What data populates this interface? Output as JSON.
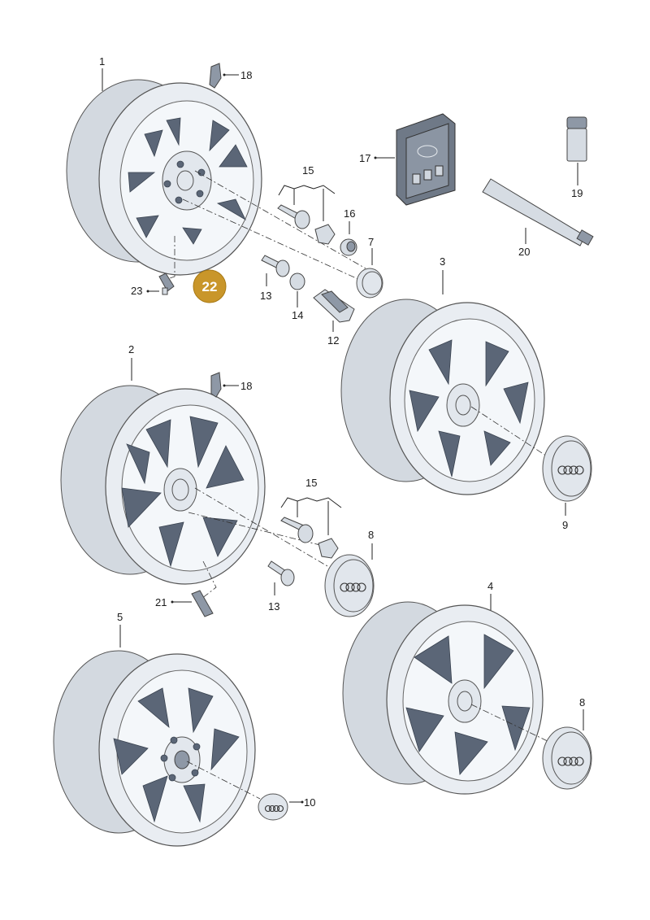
{
  "callouts": {
    "c1": "1",
    "c2": "2",
    "c3": "3",
    "c4": "4",
    "c5": "5",
    "c7": "7",
    "c8a": "8",
    "c8b": "8",
    "c9": "9",
    "c10": "10",
    "c12": "12",
    "c13a": "13",
    "c13b": "13",
    "c14": "14",
    "c15a": "15",
    "c15b": "15",
    "c16": "16",
    "c17": "17",
    "c18a": "18",
    "c18b": "18",
    "c19": "19",
    "c20": "20",
    "c21": "21",
    "c23": "23"
  },
  "highlight": {
    "label": "22",
    "color": "#c9962a"
  }
}
